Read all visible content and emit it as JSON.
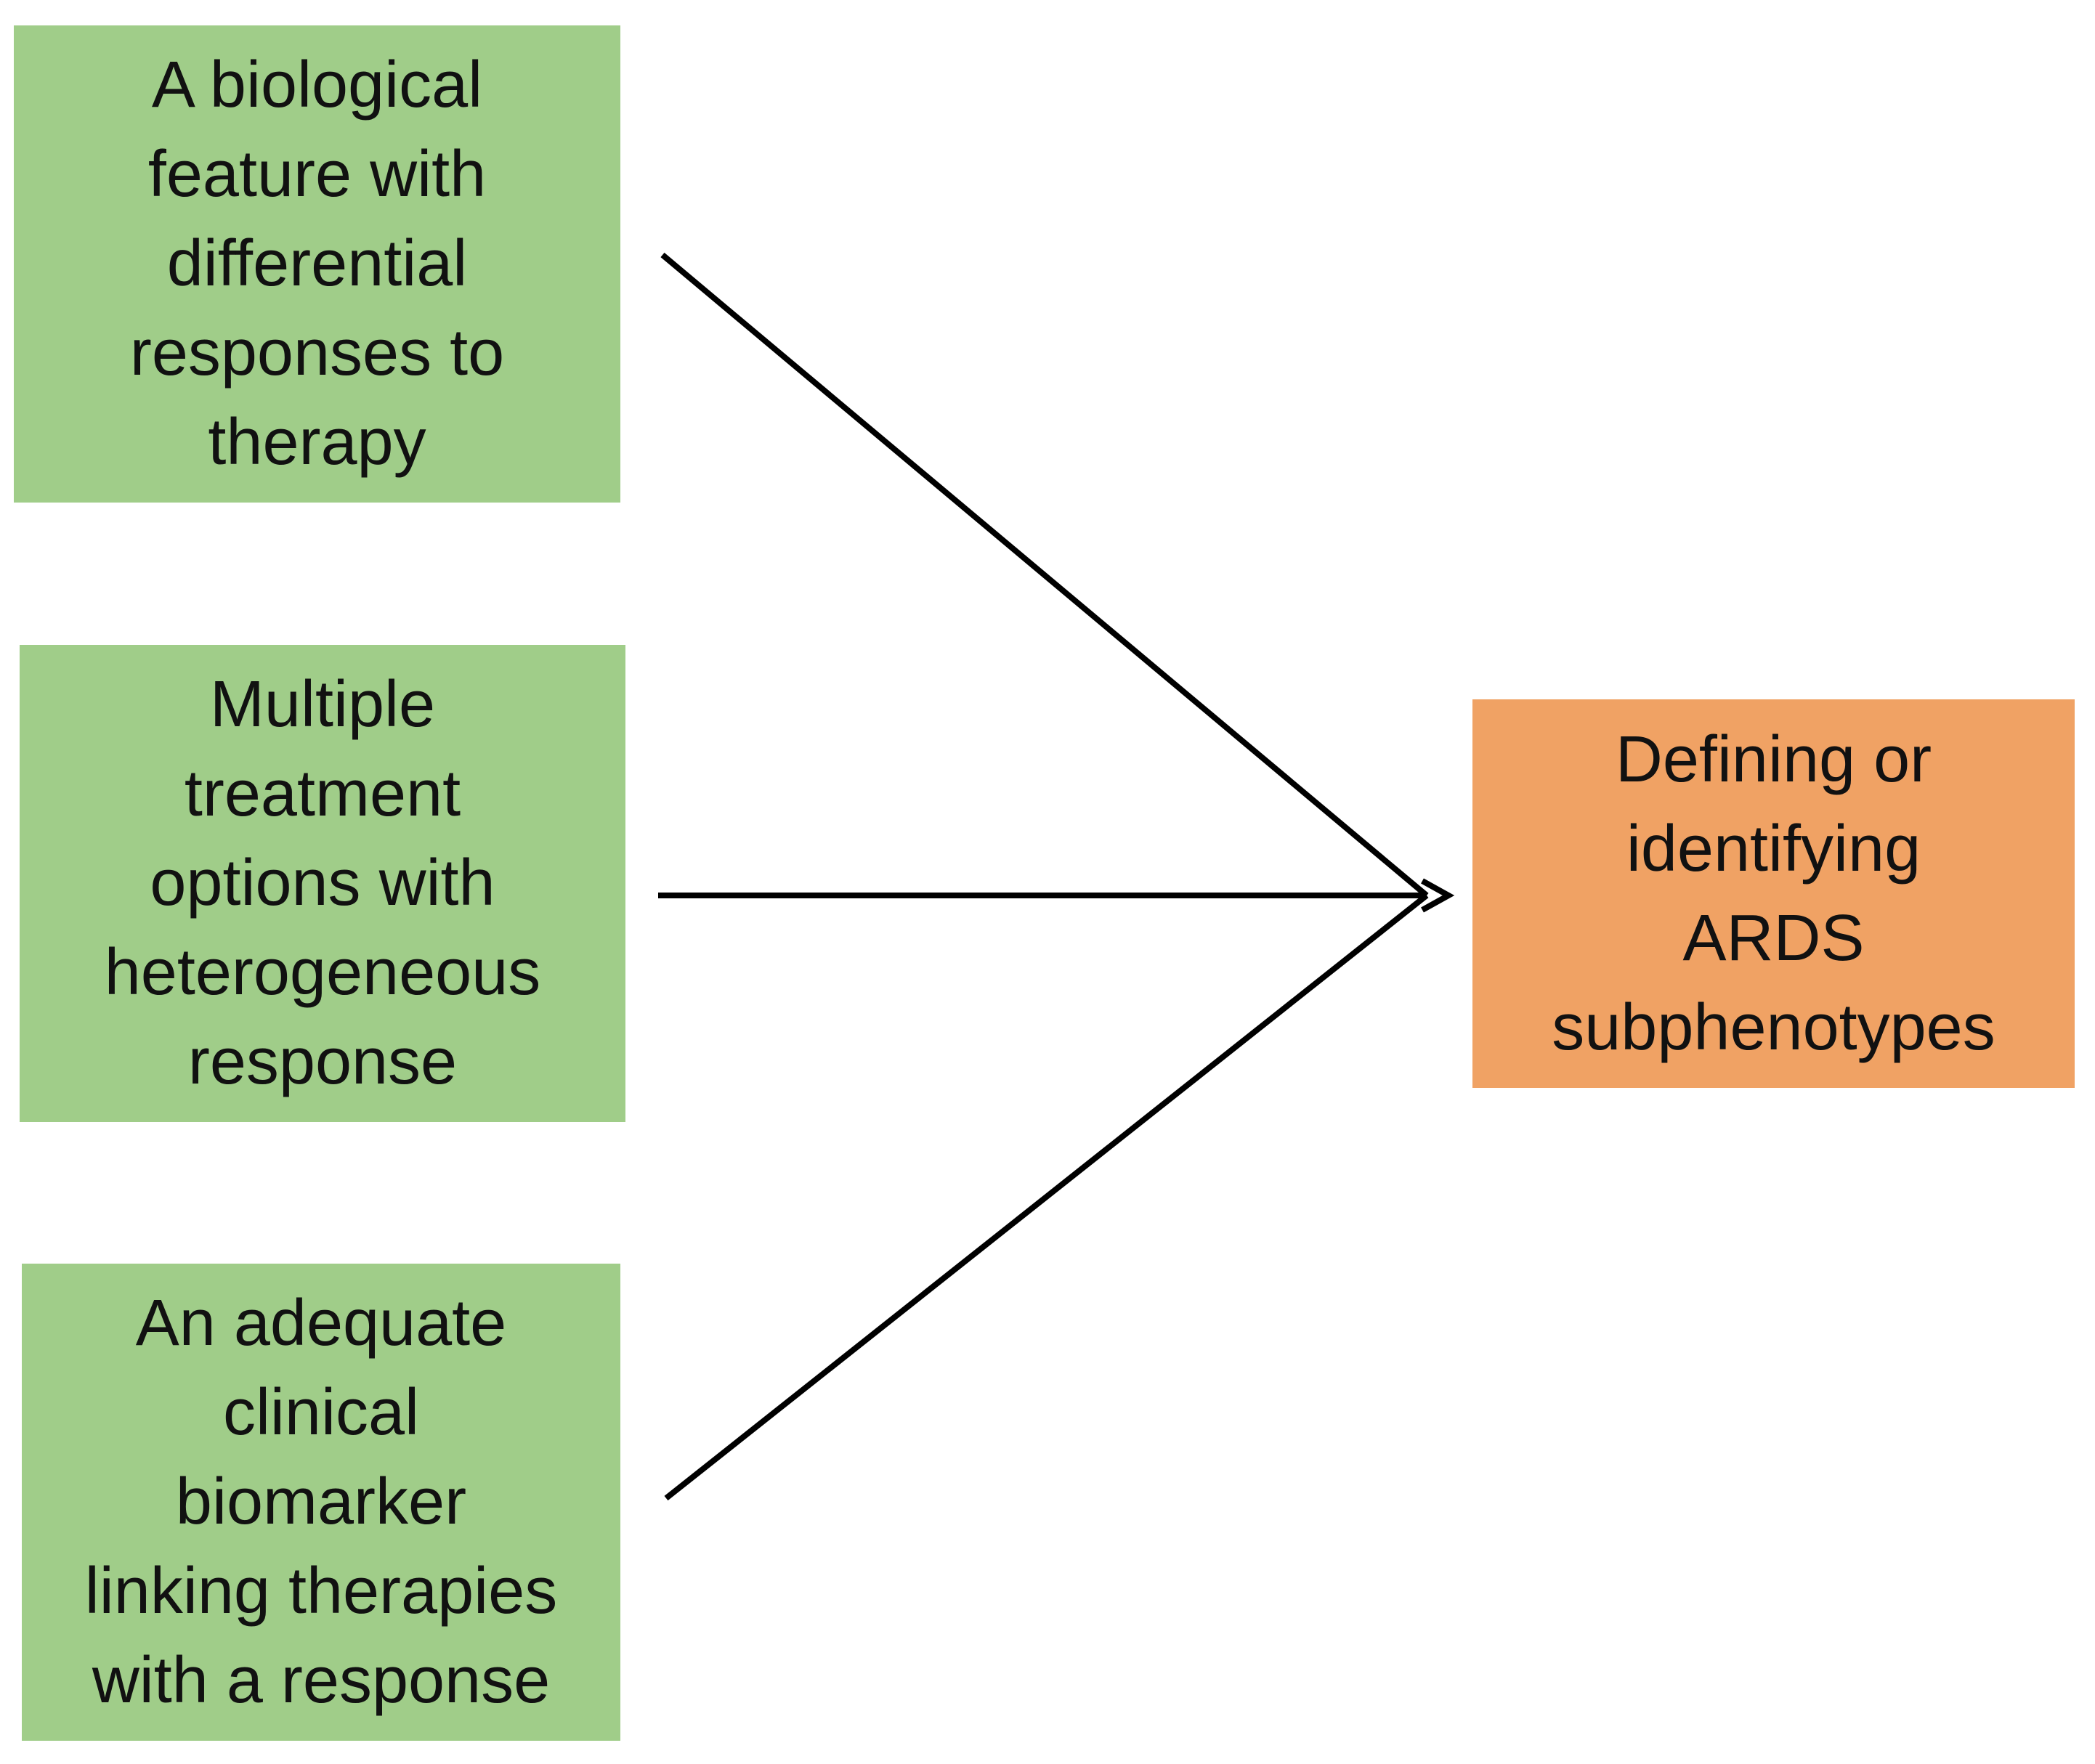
{
  "colors": {
    "input_box_fill": "#a0cd89",
    "output_box_fill": "#f0a264",
    "arrow_stroke": "#000000"
  },
  "inputs": [
    {
      "text": "A biological\nfeature with\ndifferential\nresponses to\ntherapy"
    },
    {
      "text": "Multiple\ntreatment\noptions with\nheterogeneous\nresponse"
    },
    {
      "text": "An adequate\nclinical\nbiomarker\nlinking therapies\nwith a response"
    }
  ],
  "output": {
    "text": "Defining or\nidentifying\nARDS\nsubphenotypes"
  }
}
